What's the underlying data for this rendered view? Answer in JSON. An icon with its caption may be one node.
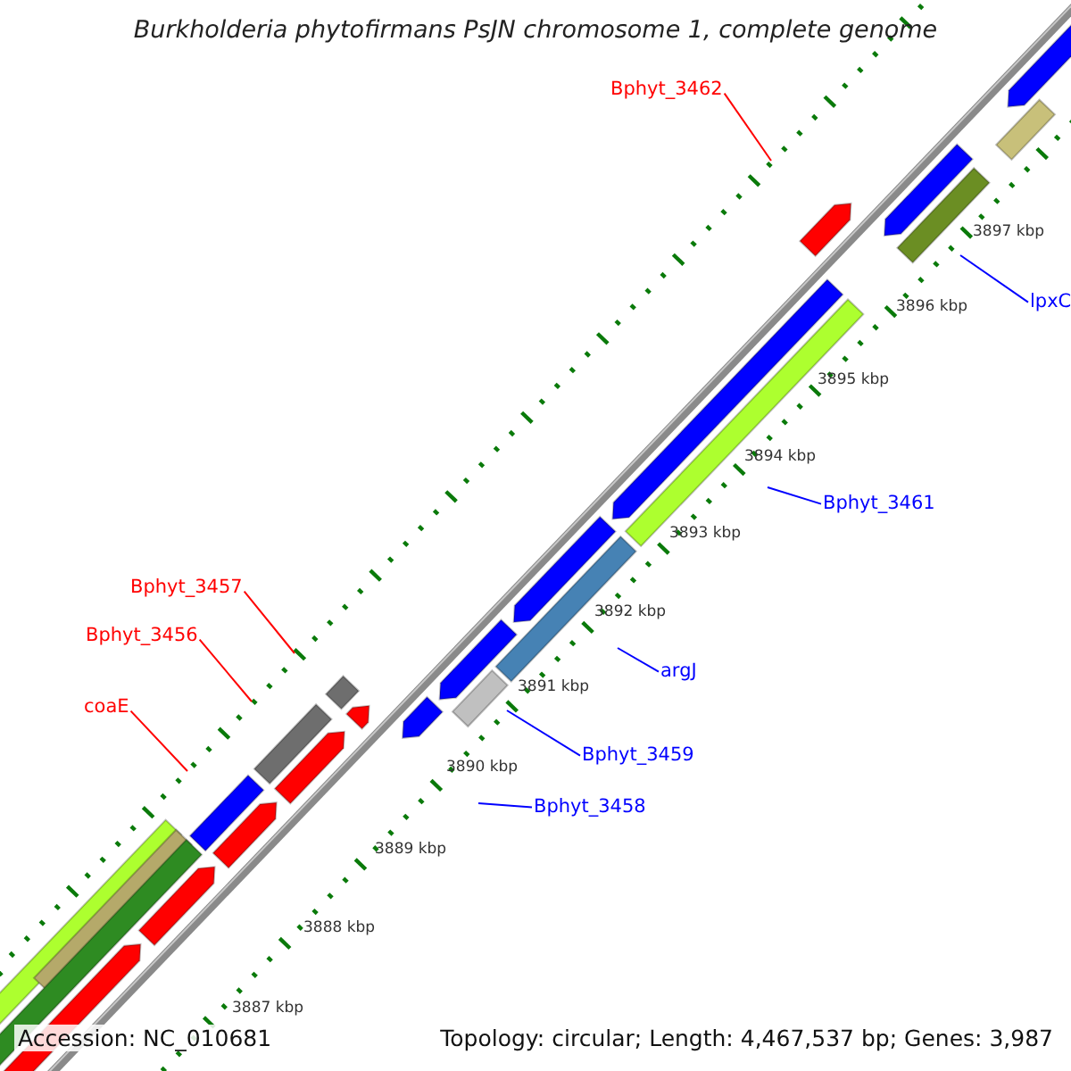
{
  "diagram": {
    "title": "Burkholderia phytofirmans PsJN chromosome 1, complete genome",
    "nodes": [
      {
        "text": [
          "Bphyt_3462"
        ]
      },
      {
        "text": [
          "lpxC"
        ]
      },
      {
        "text": [
          "Bphyt_3461"
        ]
      },
      {
        "text": [
          "argJ"
        ]
      },
      {
        "text": [
          "Bphyt_3459"
        ]
      },
      {
        "text": [
          "Bphyt_3458"
        ]
      },
      {
        "text": [
          "Bphyt_3457"
        ]
      },
      {
        "text": [
          "Bphyt_3456"
        ]
      },
      {
        "text": [
          "coaE"
        ]
      }
    ],
    "edges": [
      {
        "from": 0,
        "to": null,
        "arrow": "none",
        "color": "#ff0000"
      },
      {
        "from": 1,
        "to": null,
        "arrow": "none"
      },
      {
        "from": 2,
        "to": null,
        "arrow": "none"
      },
      {
        "from": 3,
        "to": null,
        "arrow": "none"
      },
      {
        "from": 4,
        "to": null,
        "arrow": "none"
      },
      {
        "from": 5,
        "to": null,
        "arrow": "none"
      },
      {
        "from": 6,
        "to": null,
        "arrow": "none",
        "color": "#ff0000"
      },
      {
        "from": 7,
        "to": null,
        "arrow": "none",
        "color": "#ff0000"
      },
      {
        "from": 8,
        "to": null,
        "arrow": "none",
        "color": "#ff0000"
      }
    ],
    "labels": [
      "3897 kbp",
      "3896 kbp",
      "3895 kbp",
      "3894 kbp",
      "3893 kbp",
      "3892 kbp",
      "3891 kbp",
      "3890 kbp",
      "3889 kbp",
      "3888 kbp",
      "3887 kbp",
      "Accession: NC_010681",
      "Topology: circular; Length: 4,467,537 bp; Genes: 3,987"
    ]
  }
}
